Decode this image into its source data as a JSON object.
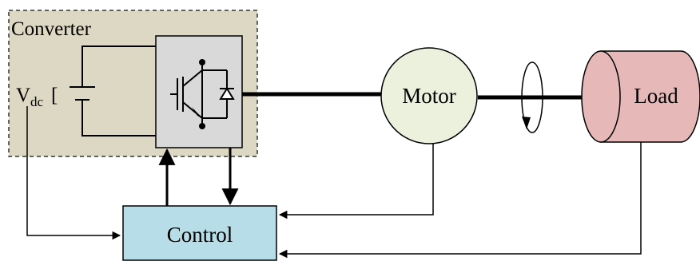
{
  "labels": {
    "converter": "Converter",
    "vdc_main": "V",
    "vdc_sub": "dc",
    "vdc_bracket": "[",
    "motor": "Motor",
    "load": "Load",
    "control": "Control"
  },
  "colors": {
    "converter_fill": "#ddd8c3",
    "inverter_fill": "#d9d9d9",
    "motor_fill": "#ebf1dd",
    "load_fill": "#e6b9b8",
    "control_fill": "#b7dde8",
    "stroke": "#000000"
  }
}
